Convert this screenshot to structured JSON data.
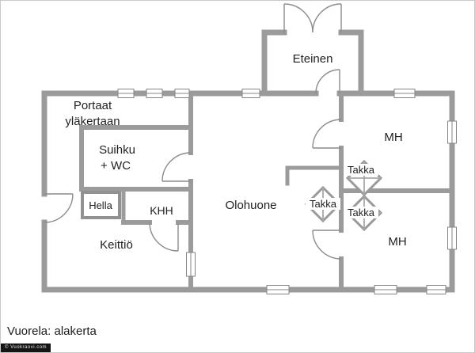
{
  "caption": {
    "text": "Vuorela: alakerta"
  },
  "watermark": {
    "text": "© Vuokraovi.com"
  },
  "labels": {
    "eteinen": "Eteinen",
    "portaat_line1": "Portaat",
    "portaat_line2": "yläkertaan",
    "suihku_line1": "Suihku",
    "suihku_line2": "+ WC",
    "hella": "Hella",
    "khh": "KHH",
    "keittio": "Keittiö",
    "olohuone": "Olohuone",
    "mh_top": "MH",
    "mh_bottom": "MH",
    "takka_top": "Takka",
    "takka_left": "Takka",
    "takka_bottom": "Takka"
  },
  "colors": {
    "wall": "#9b9b9b",
    "door_line": "#8c8c8c",
    "text": "#1f1f1f",
    "watermark_bg": "#141414"
  }
}
